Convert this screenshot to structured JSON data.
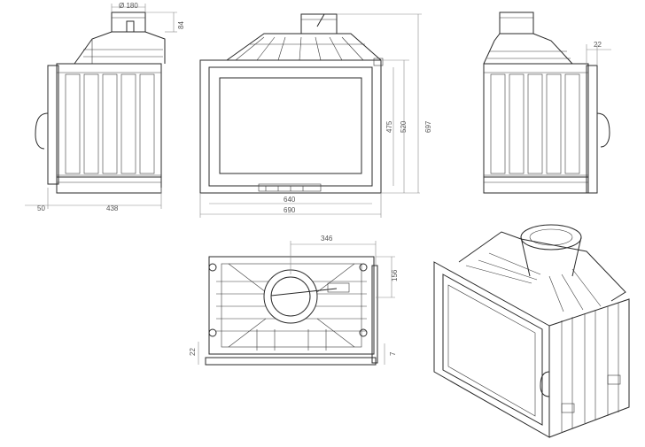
{
  "dimensions": {
    "flue_diameter": "Ø 180",
    "flue_height": "84",
    "side_depth": "438",
    "side_offset": "50",
    "front_inner_width": "640",
    "front_outer_width": "690",
    "glass_height": "475",
    "front_height": "520",
    "total_height": "697",
    "side_projection": "22",
    "top_flue_offset": "346",
    "top_depth": "156",
    "top_left_gap": "22",
    "top_right_gap": "7"
  }
}
